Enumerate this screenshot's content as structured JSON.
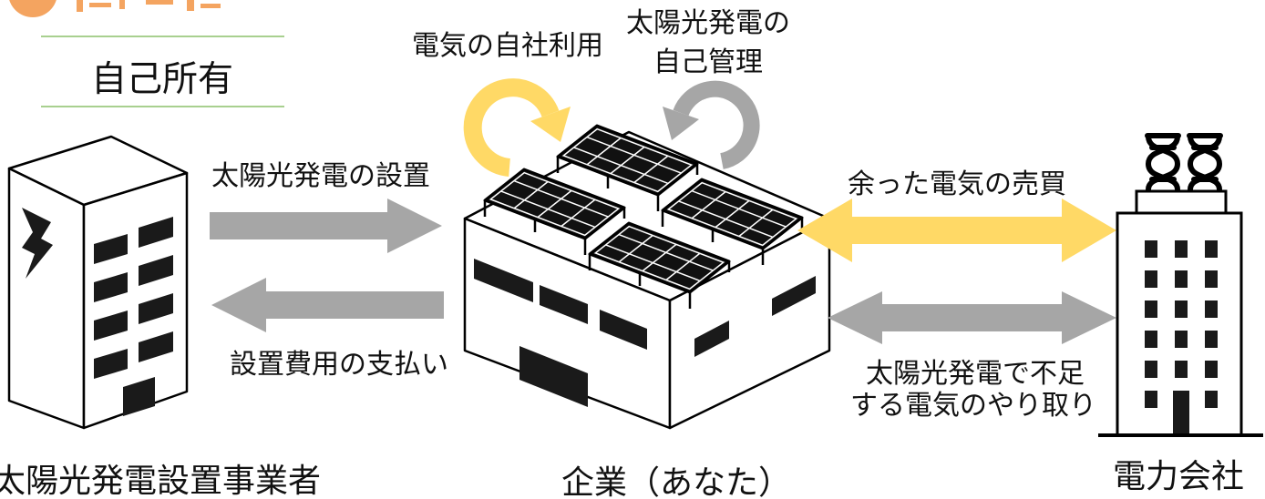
{
  "header": {
    "title": "自己所有",
    "accent_color": "#F4A460",
    "rule_color": "#8CC06A"
  },
  "actors": {
    "installer": {
      "label": "太陽光発電設置事業者",
      "icon": "office-building-icon"
    },
    "company": {
      "label": "企業（あなた）",
      "icon": "factory-with-solar-panels-icon"
    },
    "utility": {
      "label": "電力会社",
      "icon": "power-company-building-icon"
    }
  },
  "flows": {
    "installation": {
      "label": "太陽光発電の設置",
      "icon": "arrow-right-icon",
      "color": "#A6A6A6"
    },
    "payment": {
      "label": "設置費用の支払い",
      "icon": "arrow-left-icon",
      "color": "#A6A6A6"
    },
    "self_consumption": {
      "label": "電気の自社利用",
      "icon": "circular-arrow-clockwise-icon",
      "color": "#FFD966"
    },
    "self_management": {
      "label_lines": [
        "太陽光発電の",
        "自己管理"
      ],
      "icon": "circular-arrow-counterclockwise-icon",
      "color": "#A6A6A6"
    },
    "surplus_trading": {
      "label": "余った電気の売買",
      "icon": "double-arrow-icon",
      "color": "#FFD966"
    },
    "shortfall_exchange": {
      "label_lines": [
        "太陽光発電で不足",
        "する電気のやり取り"
      ],
      "icon": "double-arrow-icon",
      "color": "#A6A6A6"
    }
  }
}
